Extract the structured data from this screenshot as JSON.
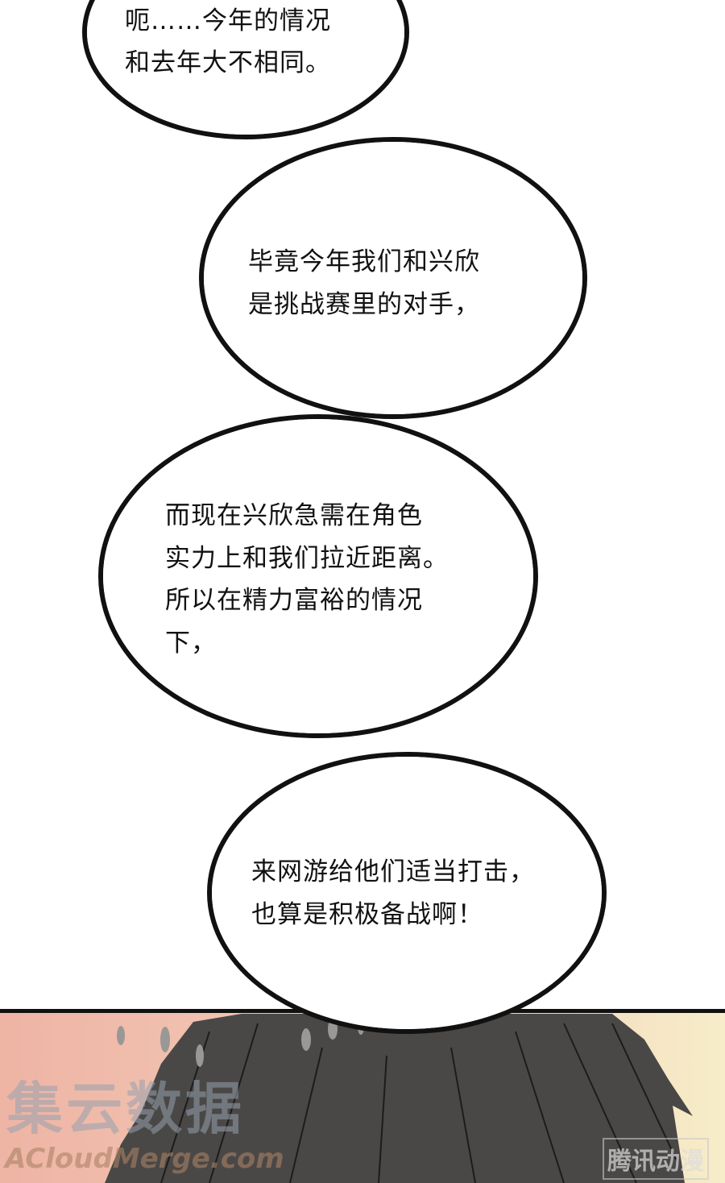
{
  "bubbles": [
    {
      "lines": [
        "呃……今年的情况",
        "和去年大不相同。"
      ]
    },
    {
      "lines": [
        "毕竟今年我们和兴欣",
        "是挑战赛里的对手，"
      ]
    },
    {
      "lines": [
        "而现在兴欣急需在角色",
        "实力上和我们拉近距离。",
        "所以在精力富裕的情况",
        "下，"
      ]
    },
    {
      "lines": [
        "来网游给他们适当打击，",
        "也算是积极备战啊！"
      ]
    }
  ],
  "watermarks": {
    "left_cn": "集云数据",
    "left_en": "ACloudMerge.com",
    "right": "腾讯动漫"
  },
  "colors": {
    "hair": "#4a4846",
    "bg_left": "#efb9a9",
    "bg_right": "#f6ebc6",
    "outline": "#111111"
  }
}
